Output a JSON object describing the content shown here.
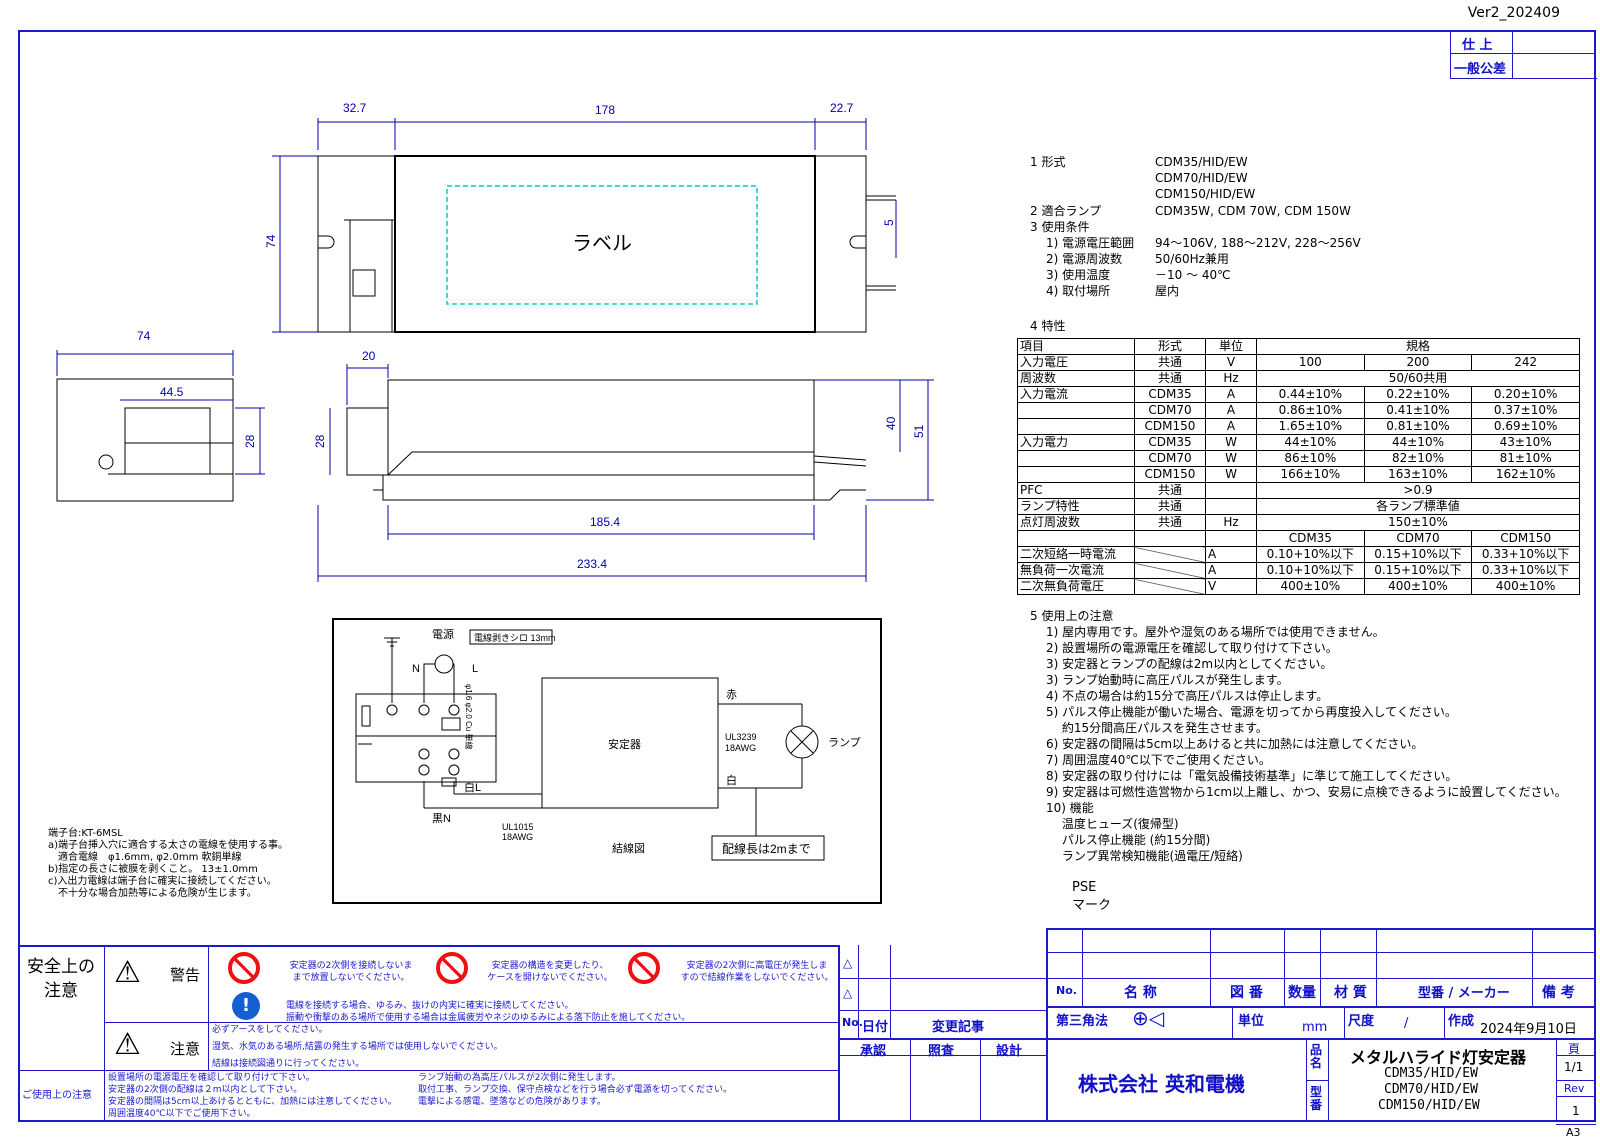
{
  "header": {
    "version": "Ver2_202409",
    "finish": "仕 上",
    "tolerance": "一般公差"
  },
  "drawing": {
    "top": {
      "d1": "32.7",
      "d2": "178",
      "d3": "22.7",
      "h": "74",
      "gap": "5",
      "label": "ラベル"
    },
    "side": {
      "d_top": "20",
      "d_len1": "185.4",
      "d_len2": "233.4",
      "h28": "28",
      "h40": "40",
      "h51": "51"
    },
    "end": {
      "w74": "74",
      "w44": "44.5",
      "h28": "28"
    }
  },
  "spec": {
    "s1": "1 形式",
    "s1v": [
      "CDM35/HID/EW",
      "CDM70/HID/EW",
      "CDM150/HID/EW"
    ],
    "s2": "2 適合ランプ",
    "s2v": "CDM35W, CDM 70W, CDM 150W",
    "s3": "3 使用条件",
    "s3items": [
      [
        "1) 電源電圧範囲",
        "94～106V, 188～212V, 228～256V"
      ],
      [
        "2) 電源周波数",
        "50/60Hz兼用"
      ],
      [
        "3) 使用温度",
        "－10 ～ 40℃"
      ],
      [
        "4) 取付場所",
        "屋内"
      ]
    ],
    "s4": "4 特性",
    "table": {
      "header": [
        "項目",
        "形式",
        "単位",
        "規格"
      ],
      "rows": [
        [
          "入力電圧",
          "共通",
          "V",
          "100",
          "200",
          "242"
        ],
        [
          "周波数",
          "共通",
          "Hz",
          "50/60共用"
        ],
        [
          "入力電流",
          "CDM35",
          "A",
          "0.44±10%",
          "0.22±10%",
          "0.20±10%"
        ],
        [
          "",
          "CDM70",
          "A",
          "0.86±10%",
          "0.41±10%",
          "0.37±10%"
        ],
        [
          "",
          "CDM150",
          "A",
          "1.65±10%",
          "0.81±10%",
          "0.69±10%"
        ],
        [
          "入力電力",
          "CDM35",
          "W",
          "44±10%",
          "44±10%",
          "43±10%"
        ],
        [
          "",
          "CDM70",
          "W",
          "86±10%",
          "82±10%",
          "81±10%"
        ],
        [
          "",
          "CDM150",
          "W",
          "166±10%",
          "163±10%",
          "162±10%"
        ],
        [
          "PFC",
          "共通",
          "",
          ">0.9"
        ],
        [
          "ランプ特性",
          "共通",
          "",
          "各ランプ標準値"
        ],
        [
          "点灯周波数",
          "共通",
          "Hz",
          "150±10%"
        ],
        [
          "",
          "",
          "",
          "CDM35",
          "CDM70",
          "CDM150"
        ],
        [
          "二次短絡一時電流",
          "",
          "A",
          "0.10+10%以下",
          "0.15+10%以下",
          "0.33+10%以下"
        ],
        [
          "無負荷一次電流",
          "",
          "A",
          "0.10+10%以下",
          "0.15+10%以下",
          "0.33+10%以下"
        ],
        [
          "二次無負荷電圧",
          "",
          "V",
          "400±10%",
          "400±10%",
          "400±10%"
        ]
      ]
    },
    "s5": "5 使用上の注意",
    "s5items": [
      "1) 屋内専用です。屋外や湿気のある場所では使用できません。",
      "2) 設置場所の電源電圧を確認して取り付けて下さい。",
      "3) 安定器とランプの配線は2m以内としてください。",
      "3) ランプ始動時に高圧パルスが発生します。",
      "4) 不点の場合は約15分で高圧パルスは停止します。",
      "5) パルス停止機能が働いた場合、電源を切ってから再度投入してください。",
      "　 約15分間高圧パルスを発生させます。",
      "6) 安定器の間隔は5cm以上あけると共に加熱には注意してください。",
      "7) 周囲温度40℃以下でご使用ください。",
      "8) 安定器の取り付けには「電気設備技術基準」に準じて施工してください。",
      "9) 安定器は可燃性造営物から1cm以上離し、かつ、安易に点検できるように設置してください。",
      "10) 機能",
      "　 温度ヒューズ(復帰型)",
      "　 パルス停止機能 (約15分間)",
      "　 ランプ異常検知機能(過電圧/短絡)"
    ],
    "pse": "PSE",
    "mark": "マーク"
  },
  "wiring": {
    "power": "電源",
    "strip": "電線剥きシロ 13mm",
    "n": "N",
    "l": "L",
    "cu": "φ1.6 φ2.0 Cu 単線",
    "ballast": "安定器",
    "red": "赤",
    "white": "白",
    "ul3239": "UL3239",
    "awg1": "18AWG",
    "lamp": "ランプ",
    "wl": "白L",
    "bn": "黒N",
    "ul1015": "UL1015",
    "awg2": "18AWG",
    "title": "結線図",
    "len": "配線長は2mまで"
  },
  "terminal": [
    "端子台:KT-6MSL",
    "a)端子台挿入穴に適合する太さの電線を使用する事。",
    "　適合電線　φ1.6mm, φ2.0mm 軟銅単線",
    "b)指定の長さに被膜を剥くこと。 13±1.0mm",
    "c)入出力電線は端子台に確実に接続してください。",
    "　不十分な場合加熱等による危険が生じます。"
  ],
  "safety": {
    "title1": "安全上の",
    "title2": "注意",
    "warning": "警告",
    "caution": "注意",
    "w1": [
      "安定器の2次側を接続しないま",
      "まで放置しないでください。"
    ],
    "w2": [
      "安定器の構造を変更したり、",
      "ケースを開けないでください。"
    ],
    "w3": [
      "安定器の2次側に高電圧が発生しま",
      "すので結線作業をしないでください。"
    ],
    "w4": [
      "電線を接続する場合、ゆるみ、抜けの内実に確実に接続してください。",
      "振動や衝撃のある場所で使用する場合は金属疲労やネジのゆるみによる落下防止を施してください。"
    ],
    "c1": "必ずアースをしてください。",
    "c2": "湿気、水気のある場所,結露の発生する場所では使用しないでください。",
    "c3": "結線は接続図通りに行ってください。",
    "usage": "ご使用上の注意",
    "u1": [
      "設置場所の電源電圧を確認して取り付けて下さい。",
      "安定器の2次側の配線は２m以内として下さい。",
      "安定器の間隔は5cm以上あけるとともに、加熱には注意してください。",
      "周囲温度40℃以下でご使用下さい。"
    ],
    "u2": [
      "ランプ始動の為高圧パルスが2次側に発生します。",
      "取付工事、ランプ交換、保守点検などを行う場合必ず電源を切ってください。",
      "電撃による感電、墜落などの危険があります。"
    ]
  },
  "titleblock": {
    "no": "No.",
    "name": "名 称",
    "dwg": "図 番",
    "qty": "数量",
    "mat": "材 質",
    "model": "型番 / メーカー",
    "remark": "備 考",
    "angle": "第三角法",
    "unit": "単位",
    "mm": "mm",
    "scale": "尺度",
    "slash": "/",
    "made": "作成",
    "date": "2024年9月10日",
    "rev_no": "No.",
    "rev_date": "日付",
    "rev_rec": "変更記事",
    "approve": "承認",
    "check": "照査",
    "design": "設計",
    "company": "株式会社 英和電機",
    "pname": "品名",
    "ptype": "型番",
    "product": "メタルハライド灯安定器",
    "models": [
      "CDM35/HID/EW",
      "CDM70/HID/EW",
      "CDM150/HID/EW"
    ],
    "page": "頁",
    "pagev": "1/1",
    "rev": "Rev",
    "revv": "1",
    "size": "A3"
  }
}
